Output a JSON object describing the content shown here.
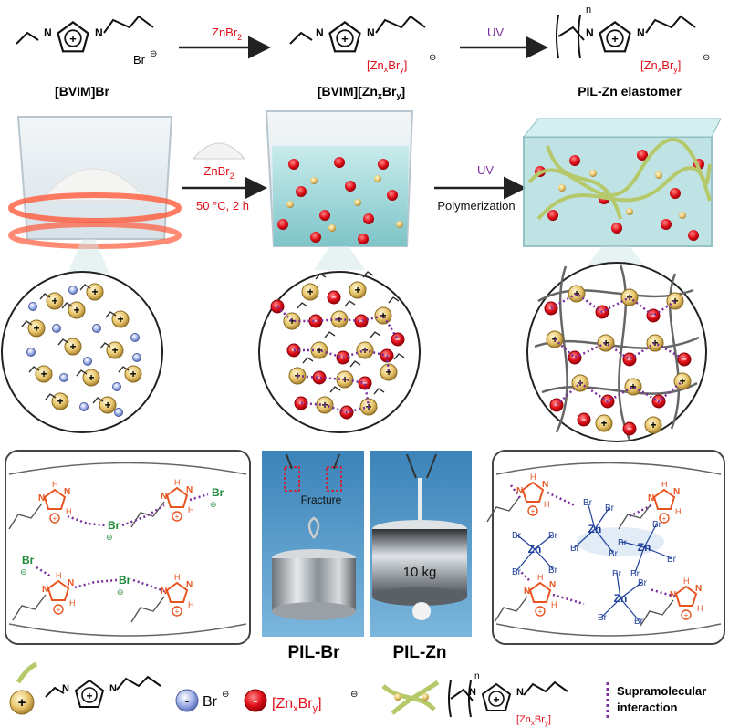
{
  "row1": {
    "monomer_label": "[BVIM]Br",
    "monomer_anion": "Br",
    "arrow1_reagent_base": "ZnBr",
    "arrow1_reagent_sub": "2",
    "complex_label_prefix": "[BVIM][Zn",
    "complex_label_x": "x",
    "complex_label_mid": "Br",
    "complex_label_y": "y",
    "complex_label_suffix": "]",
    "anion_prefix": "[Zn",
    "anion_x": "x",
    "anion_mid": "Br",
    "anion_y": "y",
    "anion_suffix": "]",
    "arrow2_label": "UV",
    "product_label": "PIL-Zn elastomer",
    "repeat_n": "n",
    "ring_n1": "N",
    "ring_n2": "N",
    "charge_plus": "+",
    "charge_minus": "⊖"
  },
  "row2": {
    "reagent_base": "ZnBr",
    "reagent_sub": "2",
    "condition": "50 °C, 2 h",
    "uv_label": "UV",
    "process_label": "Polymerization"
  },
  "circles": {
    "cation_symbol": "+",
    "anion_symbol": "−"
  },
  "row4": {
    "fracture_label": "Fracture",
    "weight_label": "10 kg",
    "pil_br_label": "PIL-Br",
    "pil_zn_label": "PIL-Zn",
    "left": {
      "n": "N",
      "h": "H",
      "br": "Br",
      "plus": "+",
      "minus": "⊖"
    },
    "right": {
      "zn": "Zn",
      "br": "Br",
      "n": "N",
      "h": "H",
      "plus": "+",
      "minus": "⊖"
    }
  },
  "legend": {
    "cation_symbol": "+",
    "anion_symbol": "-",
    "br_label": "Br",
    "br_charge": "⊖",
    "zn_symbol": "-",
    "zn_prefix": "[Zn",
    "zn_x": "x",
    "zn_mid": "Br",
    "zn_y": "y",
    "zn_suffix": "]",
    "zn_charge": "⊖",
    "poly_n": "n",
    "poly_anion_prefix": "[Zn",
    "poly_anion_x": "x",
    "poly_anion_mid": "Br",
    "poly_anion_y": "y",
    "poly_anion_suffix": "]",
    "supra_line1": "Supramolecular",
    "supra_line2": "interaction"
  },
  "colors": {
    "orange": "#e8541f",
    "red": "#e0101a",
    "green": "#1f8a3a",
    "blue": "#1e3e9c",
    "purple": "#7a2e9e",
    "gold": "#e3c36a",
    "anion_blue": "#8d9fe0",
    "photo_blue": "#4a8fc0"
  }
}
